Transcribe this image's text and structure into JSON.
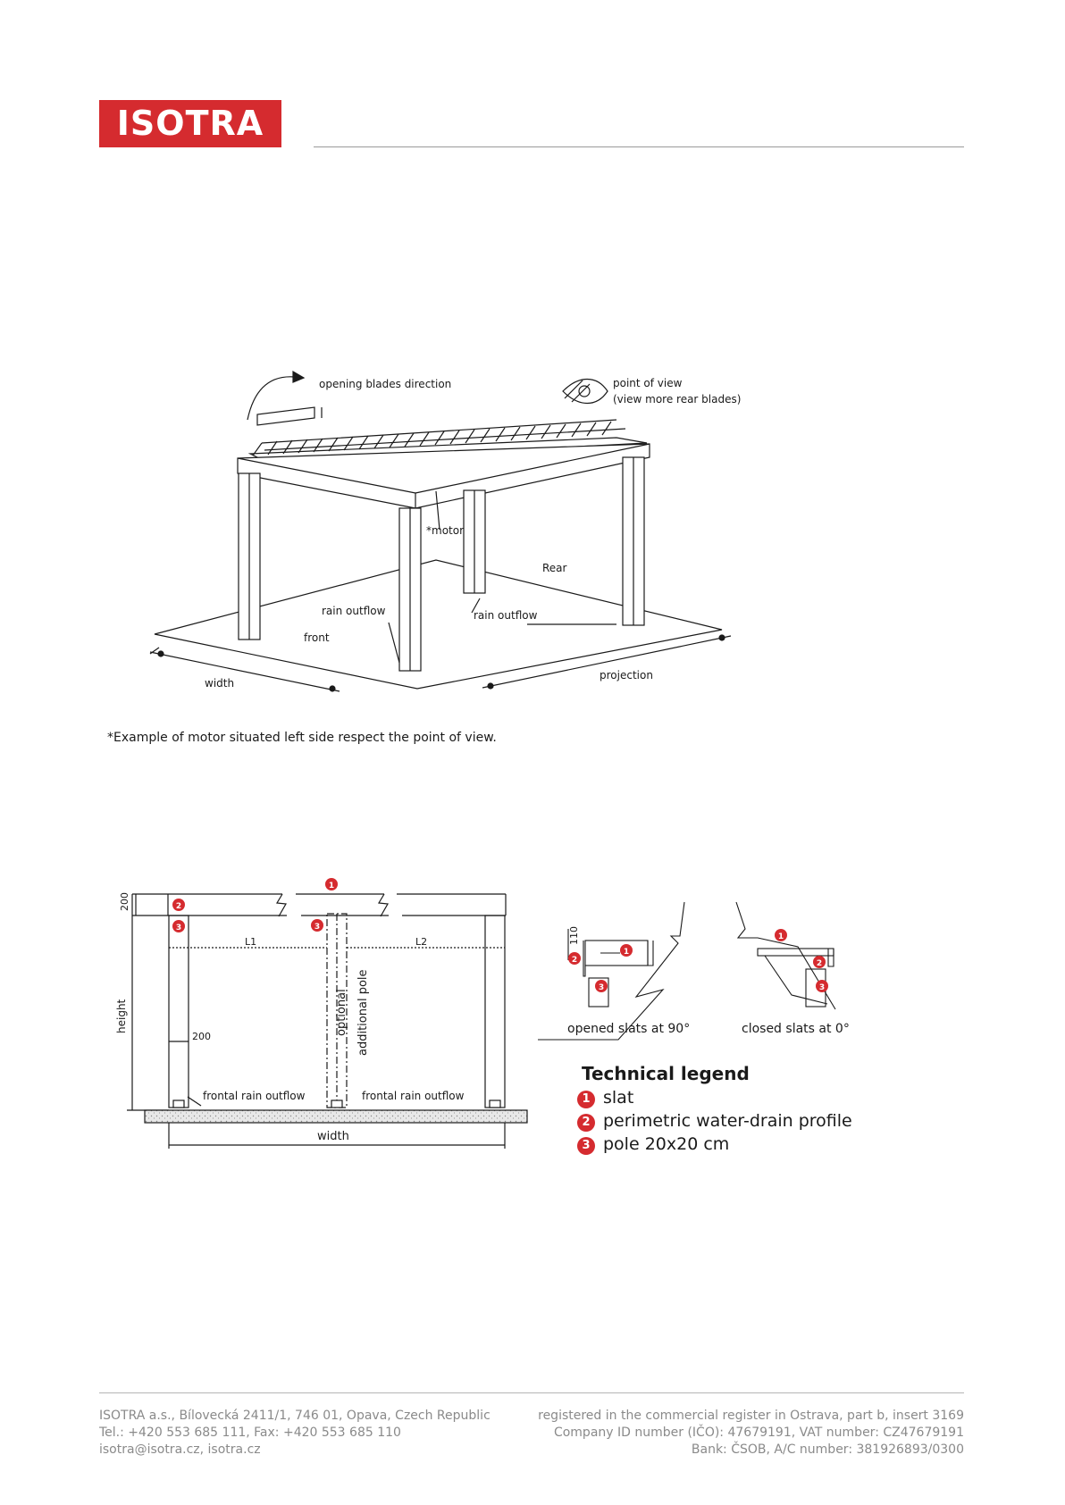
{
  "header": {
    "logo_text": "ISOTRA",
    "logo_color": "#d52b2f"
  },
  "diagram1": {
    "labels": {
      "opening": "opening blades direction",
      "pov1": "point of view",
      "pov2": "(view more rear blades)",
      "motor": "*motor",
      "rear": "Rear",
      "rain_left": "rain outflow",
      "rain_right": "rain outflow",
      "front": "front",
      "width": "width",
      "projection": "projection"
    },
    "note": "*Example of motor situated left side respect the point of view."
  },
  "diagram2": {
    "labels": {
      "dim200_top": "200",
      "height": "height",
      "L1": "L1",
      "L2": "L2",
      "optional": "optional",
      "additional_pole": "additional pole",
      "dim200_pole": "200",
      "frontal_left": "frontal rain outflow",
      "frontal_right": "frontal rain outflow",
      "width": "width"
    },
    "badges": [
      "1",
      "2",
      "3",
      "3"
    ]
  },
  "detail": {
    "dim110": "110",
    "opened": "opened slats at 90°",
    "closed": "closed slats at 0°",
    "badges_open": [
      "1",
      "2",
      "3"
    ],
    "badges_closed": [
      "1",
      "2",
      "3"
    ]
  },
  "legend": {
    "title": "Technical legend",
    "items": [
      {
        "num": "1",
        "text": "slat"
      },
      {
        "num": "2",
        "text": "perimetric water-drain profile"
      },
      {
        "num": "3",
        "text": "pole 20x20 cm"
      }
    ]
  },
  "footer": {
    "left": [
      "ISOTRA a.s., Bílovecká 2411/1, 746 01, Opava, Czech Republic",
      "Tel.: +420 553 685 111, Fax: +420 553 685 110",
      "isotra@isotra.cz, isotra.cz"
    ],
    "right": [
      "registered in the commercial register in Ostrava, part b, insert 3169",
      "Company ID number (IČO): 47679191, VAT number: CZ47679191",
      "Bank: ČSOB, A/C number: 381926893/0300"
    ]
  }
}
